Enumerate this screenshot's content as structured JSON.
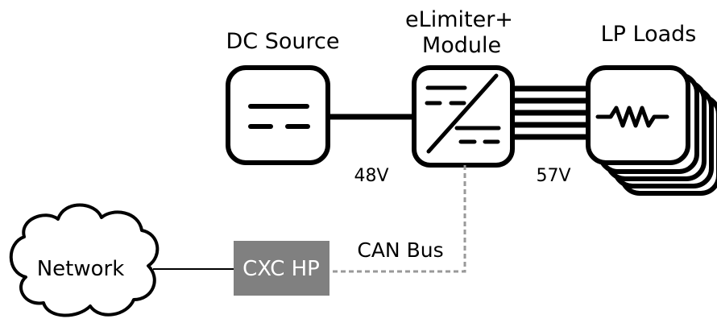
{
  "labels": {
    "dc_source": "DC Source",
    "elimiter_line1": "eLimiter+",
    "elimiter_line2": "Module",
    "lp_loads": "LP Loads",
    "input_voltage": "48V",
    "output_voltage": "57V",
    "can_bus": "CAN Bus",
    "network": "Network",
    "cxc_hp": "CXC HP"
  },
  "colors": {
    "stroke": "#000000",
    "cxc_box": "#808080",
    "can_bus_line": "#999999",
    "background": "#ffffff"
  },
  "icons": {
    "dc_source": "dc-symbol-icon",
    "converter": "dc-dc-converter-icon",
    "load": "resistor-icon",
    "network": "cloud-icon"
  }
}
